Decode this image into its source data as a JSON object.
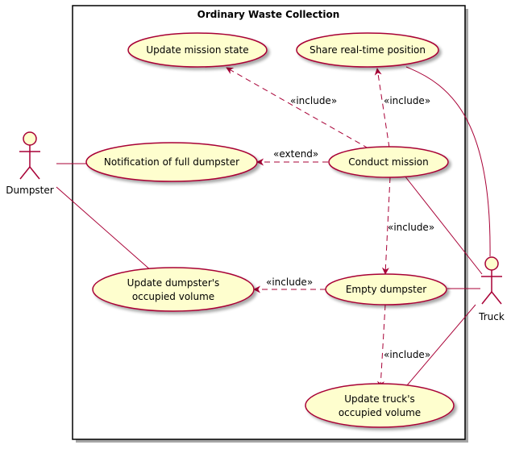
{
  "boundary": {
    "title": "Ordinary Waste Collection"
  },
  "actors": {
    "dumpster": "Dumpster",
    "truck": "Truck"
  },
  "use_cases": {
    "update_mission_state": "Update mission state",
    "share_position": "Share real-time position",
    "notification_full": "Notification of full dumpster",
    "conduct_mission": "Conduct mission",
    "update_dumpster_volume": [
      "Update dumpster's",
      "occupied volume"
    ],
    "empty_dumpster": "Empty dumpster",
    "update_truck_volume": [
      "Update truck's",
      "occupied volume"
    ]
  },
  "relations": {
    "include_mission_state": "«include»",
    "include_share_position": "«include»",
    "extend_notification": "«extend»",
    "include_empty_dumpster": "«include»",
    "include_dumpster_volume": "«include»",
    "include_truck_volume": "«include»"
  },
  "colors": {
    "usecase_fill": "#FEFECE",
    "usecase_stroke": "#A80036",
    "line": "#A80036",
    "boundary": "#000000"
  }
}
